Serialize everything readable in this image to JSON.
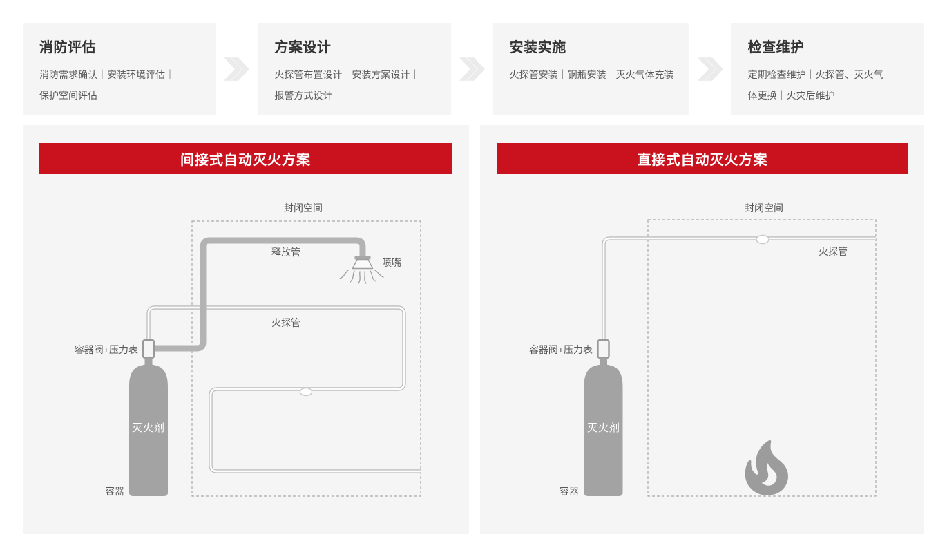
{
  "colors": {
    "accent_red": "#c9121e",
    "card_bg": "#f5f5f5",
    "chevron_gray": "#ebebeb",
    "pipe_gray": "#b3b3b3",
    "tube_outline": "#bdbdbd",
    "equipment_gray": "#a3a3a3",
    "flame_gray": "#9c9c9c"
  },
  "process_steps": [
    {
      "title": "消防评估",
      "lines": [
        "消防需求确认｜安装环境评估｜",
        "保护空间评估"
      ]
    },
    {
      "title": "方案设计",
      "lines": [
        "火探管布置设计｜安装方案设计｜",
        "报警方式设计"
      ]
    },
    {
      "title": "安装实施",
      "lines": [
        "火探管安装｜钢瓶安装｜灭火气体充装"
      ]
    },
    {
      "title": "检查维护",
      "lines": [
        "定期检查维护｜火探管、灭火气",
        "体更换｜火灾后维护"
      ]
    }
  ],
  "left_panel": {
    "title": "间接式自动灭火方案",
    "labels": {
      "enclosed_space": "封闭空间",
      "release_pipe": "释放管",
      "nozzle": "喷嘴",
      "detection_tube": "火探管",
      "valve": "容器阀+压力表",
      "agent": "灭火剂",
      "container": "容器"
    }
  },
  "right_panel": {
    "title": "直接式自动灭火方案",
    "labels": {
      "enclosed_space": "封闭空间",
      "detection_tube": "火探管",
      "valve": "容器阀+压力表",
      "agent": "灭火剂",
      "container": "容器"
    }
  }
}
